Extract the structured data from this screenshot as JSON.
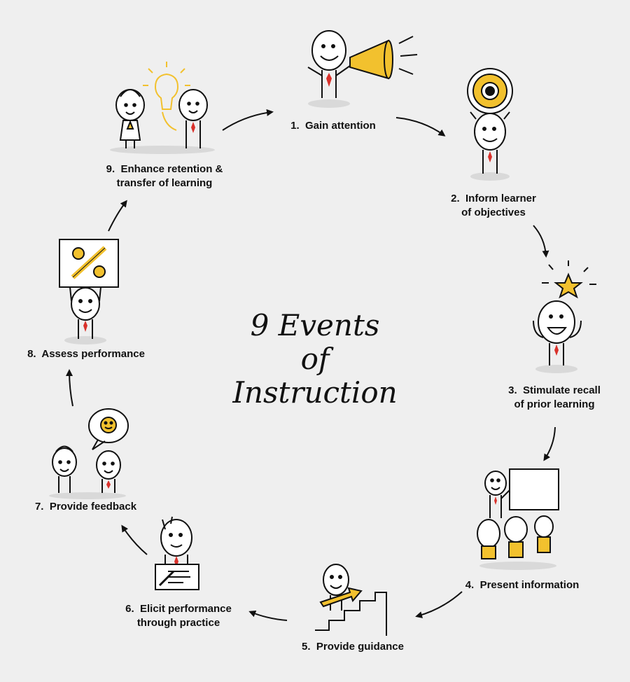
{
  "title": {
    "line1": "9 Events",
    "line2": "of",
    "line3": "Instruction"
  },
  "events": [
    {
      "number": "1.",
      "line1": "Gain attention",
      "line2": "",
      "icon": "megaphone-figure-icon"
    },
    {
      "number": "2.",
      "line1": "Inform learner",
      "line2": "of objectives",
      "icon": "target-figure-icon"
    },
    {
      "number": "3.",
      "line1": "Stimulate recall",
      "line2": "of prior learning",
      "icon": "star-figure-icon"
    },
    {
      "number": "4.",
      "line1": "Present information",
      "line2": "",
      "icon": "presentation-board-icon"
    },
    {
      "number": "5.",
      "line1": "Provide guidance",
      "line2": "",
      "icon": "stairs-arrow-icon"
    },
    {
      "number": "6.",
      "line1": "Elicit performance",
      "line2": "through practice",
      "icon": "writing-figure-icon"
    },
    {
      "number": "7.",
      "line1": "Provide feedback",
      "line2": "",
      "icon": "smiley-speech-bubble-icon"
    },
    {
      "number": "8.",
      "line1": "Assess performance",
      "line2": "",
      "icon": "percent-sign-icon"
    },
    {
      "number": "9.",
      "line1": "Enhance retention &",
      "line2": "transfer of learning",
      "icon": "lightbulb-figures-icon"
    }
  ],
  "colors": {
    "background": "#efefef",
    "accent": "#f2c12e",
    "ink": "#111111",
    "tie": "#d9312b",
    "shadow": "#d9d9d9"
  }
}
